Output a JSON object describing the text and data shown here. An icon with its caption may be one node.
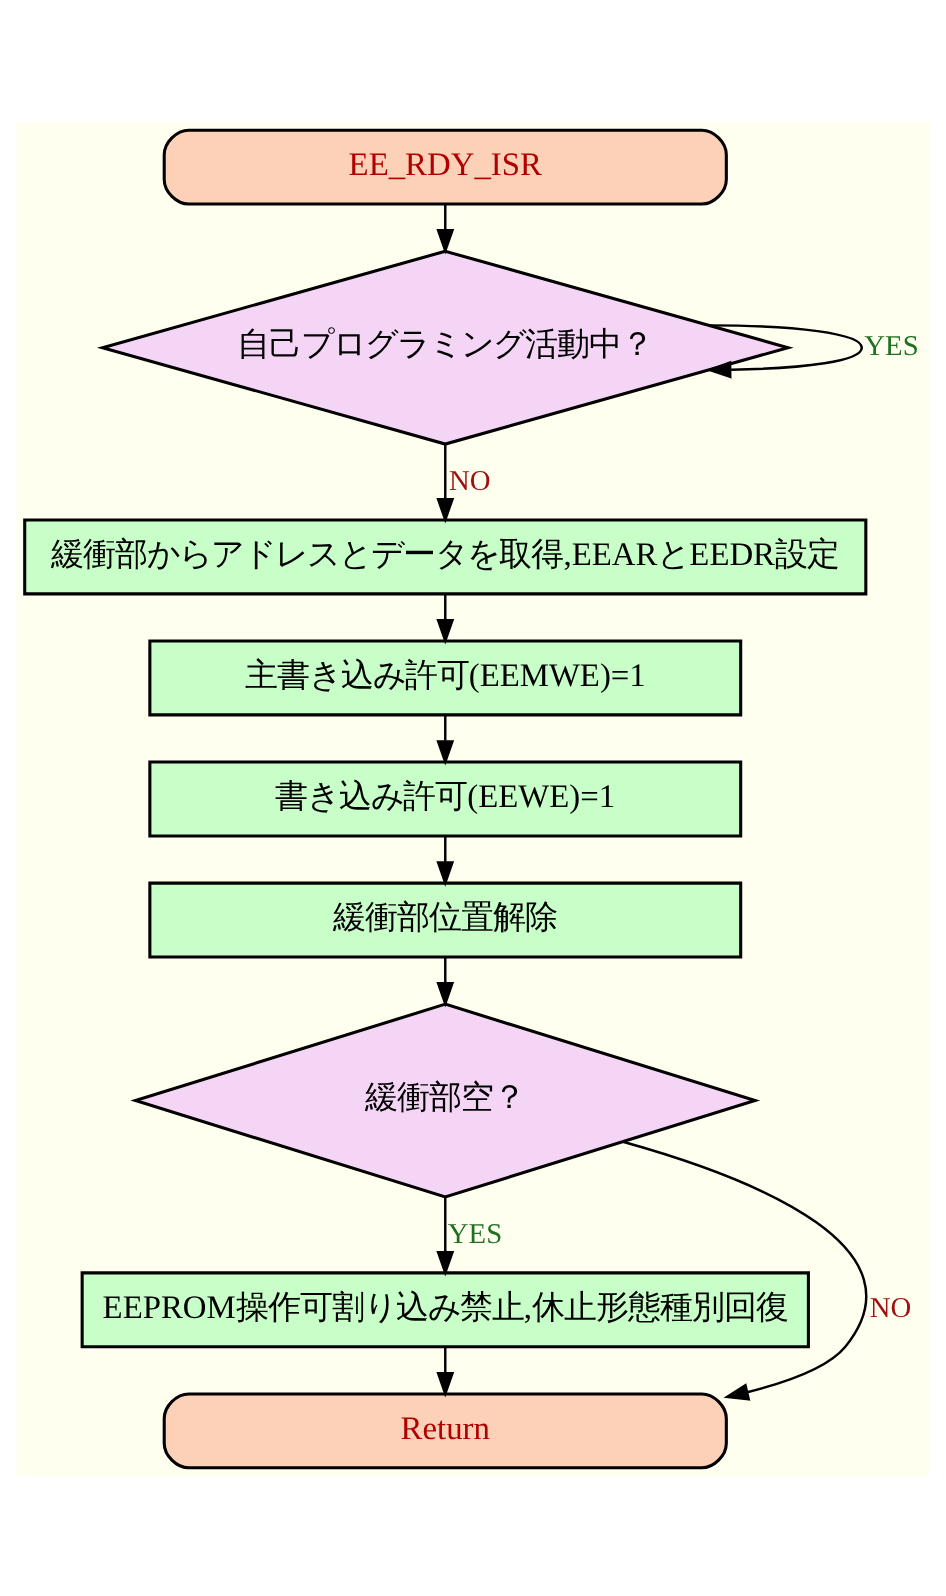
{
  "diagram": {
    "nodes": [
      {
        "text": [
          "EE_RDY_ISR"
        ]
      },
      {
        "text": [
          "自己プログラミング活動中？"
        ]
      },
      {
        "text": [
          "緩衝部からアドレスとデータを取得,EEARとEEDR設定"
        ]
      },
      {
        "text": [
          "主書き込み許可(EEMWE)=1"
        ]
      },
      {
        "text": [
          "書き込み許可(EEWE)=1"
        ]
      },
      {
        "text": [
          "緩衝部位置解除"
        ]
      },
      {
        "text": [
          "緩衝部空？"
        ]
      },
      {
        "text": [
          "EEPROM操作可割り込み禁止,休止形態種別回復"
        ]
      },
      {
        "text": [
          "Return"
        ]
      }
    ],
    "edges": [
      {
        "from": 0,
        "to": 1,
        "arrow": "to"
      },
      {
        "from": 1,
        "to": 1,
        "arrow": "to",
        "label": "YES"
      },
      {
        "from": 1,
        "to": 2,
        "arrow": "to",
        "label": "NO"
      },
      {
        "from": 2,
        "to": 3,
        "arrow": "to"
      },
      {
        "from": 3,
        "to": 4,
        "arrow": "to"
      },
      {
        "from": 4,
        "to": 5,
        "arrow": "to"
      },
      {
        "from": 5,
        "to": 6,
        "arrow": "to"
      },
      {
        "from": 6,
        "to": 7,
        "arrow": "to",
        "label": "YES"
      },
      {
        "from": 6,
        "to": 8,
        "arrow": "to",
        "label": "NO"
      },
      {
        "from": 7,
        "to": 8,
        "arrow": "to"
      }
    ]
  }
}
